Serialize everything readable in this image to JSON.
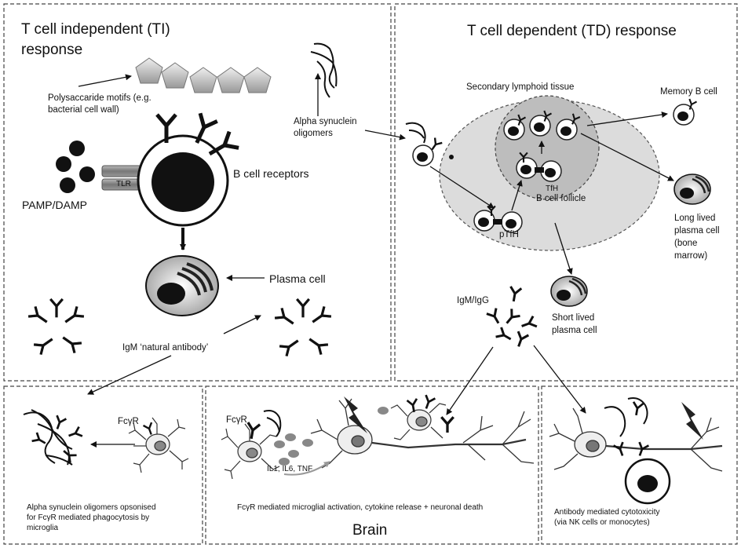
{
  "ti": {
    "title_line1": "T cell independent (TI)",
    "title_line2": "response",
    "polysaccharide_line1": "Polysaccaride motifs (e.g.",
    "polysaccharide_line2": "bacterial cell wall)",
    "pamp_damp": "PAMP/DAMP",
    "tlr": "TLR",
    "b_cell_receptors": "B cell receptors",
    "plasma_cell": "Plasma cell",
    "igm_natural": "IgM ‘natural antibody’"
  },
  "alpha": {
    "line1": "Alpha synuclein",
    "line2": "oligomers"
  },
  "td": {
    "title": "T cell dependent (TD) response",
    "secondary_lymphoid": "Secondary lymphoid tissue",
    "memory_b_cell": "Memory B cell",
    "tfh": "TfH",
    "b_cell_follicle": "B cell follicle",
    "ptfh": "pTfH",
    "long_lived_line1": "Long lived",
    "long_lived_line2": "plasma cell",
    "long_lived_line3": "(bone",
    "long_lived_line4": "marrow)",
    "igm_igg": "IgM/IgG",
    "short_lived_line1": "Short lived",
    "short_lived_line2": "plasma cell"
  },
  "bottom": {
    "fcgr_left": "FcγR",
    "opsonised_line1": "Alpha synuclein oligomers opsonised",
    "opsonised_line2": "for FcγR mediated phagocytosis by",
    "opsonised_line3": "microglia",
    "fcgr_mid": "FcγR",
    "cytokines": "IL1, IL6, TNF",
    "microglial_activation": "FcγR mediated microglial activation, cytokine release + neuronal death",
    "brain": "Brain",
    "adcc_line1": "Antibody mediated cytotoxicity",
    "adcc_line2": "(via NK cells or monocytes)"
  }
}
